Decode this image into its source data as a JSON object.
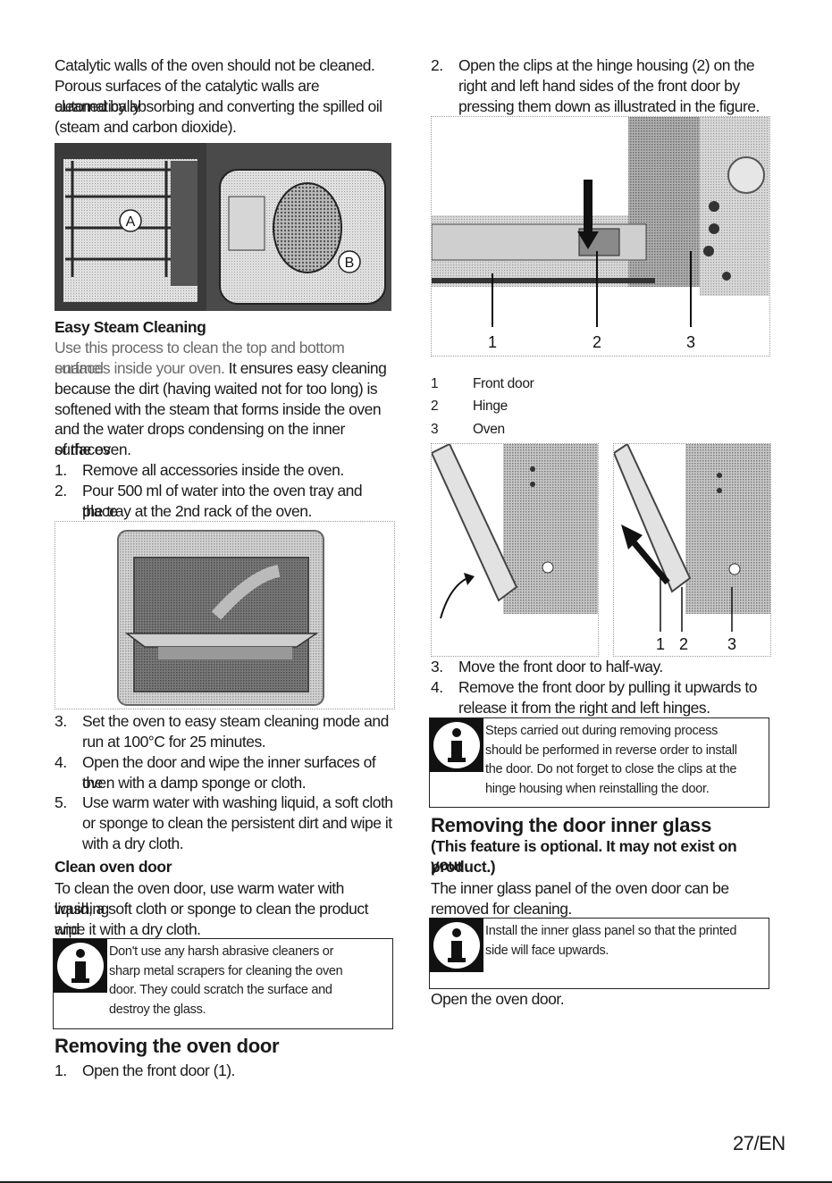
{
  "left": {
    "intro": [
      "Catalytic walls of the oven should not be cleaned.",
      "Porous surfaces of the catalytic walls are automatically",
      "cleaned by absorbing and converting the spilled oil",
      "(steam and carbon dioxide)."
    ],
    "fig1_label_a": "A",
    "fig1_label_b": "B",
    "steam_title": "Easy Steam Cleaning",
    "steam_lines": [
      "Use this process to clean the top and bottom enamel",
      "surfaces inside your oven. It ensures easy cleaning",
      "because the dirt (having waited not for too long) is",
      "softened with the steam that forms inside the oven",
      "and the water drops condensing on the inner surfaces",
      "of the oven."
    ],
    "steps_a": [
      {
        "n": "1.",
        "lines": [
          "Remove all accessories inside the oven."
        ]
      },
      {
        "n": "2.",
        "lines": [
          "Pour 500 ml of water into the oven tray and place",
          "the tray at the 2nd rack of the oven."
        ]
      }
    ],
    "steps_b": [
      {
        "n": "3.",
        "lines": [
          "Set the oven to easy steam cleaning mode and",
          "run at 100°C for 25 minutes."
        ]
      },
      {
        "n": "4.",
        "lines": [
          "Open the door and wipe the inner surfaces of the",
          "oven with a damp sponge or cloth."
        ]
      },
      {
        "n": "5.",
        "lines": [
          "Use warm water with washing liquid, a soft cloth",
          "or sponge to clean the persistent dirt and wipe it",
          "with a dry cloth."
        ]
      }
    ],
    "door_title": "Clean oven door",
    "door_lines": [
      "To clean the oven door, use warm water with washing",
      "liquid, a soft cloth or sponge to clean the product and",
      "wipe it with a dry cloth."
    ],
    "note1": [
      "Don't use any harsh abrasive cleaners or",
      "sharp metal scrapers for cleaning the oven",
      "door. They could scratch the surface and",
      "destroy the glass."
    ],
    "remove_title": "Removing the oven door",
    "remove_step": {
      "n": "1.",
      "text": "Open the front door (1)."
    }
  },
  "right": {
    "step2": {
      "n": "2.",
      "lines": [
        "Open the clips at the hinge housing (2) on the",
        "right and left hand sides of the front door by",
        "pressing them down as illustrated in the figure."
      ]
    },
    "fig_nums": [
      "1",
      "2",
      "3"
    ],
    "legend": [
      {
        "num": "1",
        "label": "Front door"
      },
      {
        "num": "2",
        "label": "Hinge"
      },
      {
        "num": "3",
        "label": "Oven"
      }
    ],
    "fig4_nums": [
      "1",
      "2",
      "3"
    ],
    "steps": [
      {
        "n": "3.",
        "lines": [
          "Move the front door to half-way."
        ]
      },
      {
        "n": "4.",
        "lines": [
          "Remove the front door by pulling it upwards to",
          "release it from the right and left hinges."
        ]
      }
    ],
    "note2": [
      "Steps carried out during removing process",
      "should be performed in reverse order to install",
      "the door. Do not forget to close the clips at the",
      "hinge housing when reinstalling the door."
    ],
    "glass_title": "Removing the door inner glass",
    "glass_sub": [
      "(This feature is optional. It may not exist on your",
      "product.)"
    ],
    "glass_lines": [
      "The inner glass panel of the oven door can be",
      "removed for cleaning."
    ],
    "note3": [
      "Install the inner glass panel so that the printed",
      "side will face upwards."
    ],
    "final": "Open the oven door."
  },
  "page_number": "27/EN"
}
